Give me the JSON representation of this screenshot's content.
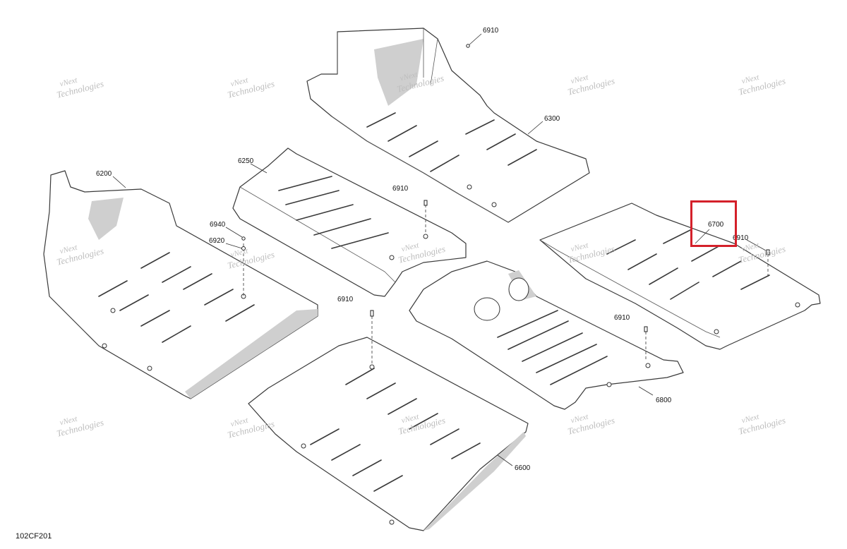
{
  "diagram_code": "102CF201",
  "watermark": {
    "line1": "vNext",
    "line2": "Technologies"
  },
  "part_labels": {
    "l6910_top": "6910",
    "l6300": "6300",
    "l6200": "6200",
    "l6250": "6250",
    "l6910_mid": "6910",
    "l6940": "6940",
    "l6920": "6920",
    "l6700": "6700",
    "l6910_right": "6910",
    "l6910_lowleft": "6910",
    "l6910_lowright": "6910",
    "l6800": "6800",
    "l6600": "6600"
  },
  "colors": {
    "highlight": "#d4202a",
    "line": "#3a3a3a",
    "watermark": "#bdbdbd"
  }
}
